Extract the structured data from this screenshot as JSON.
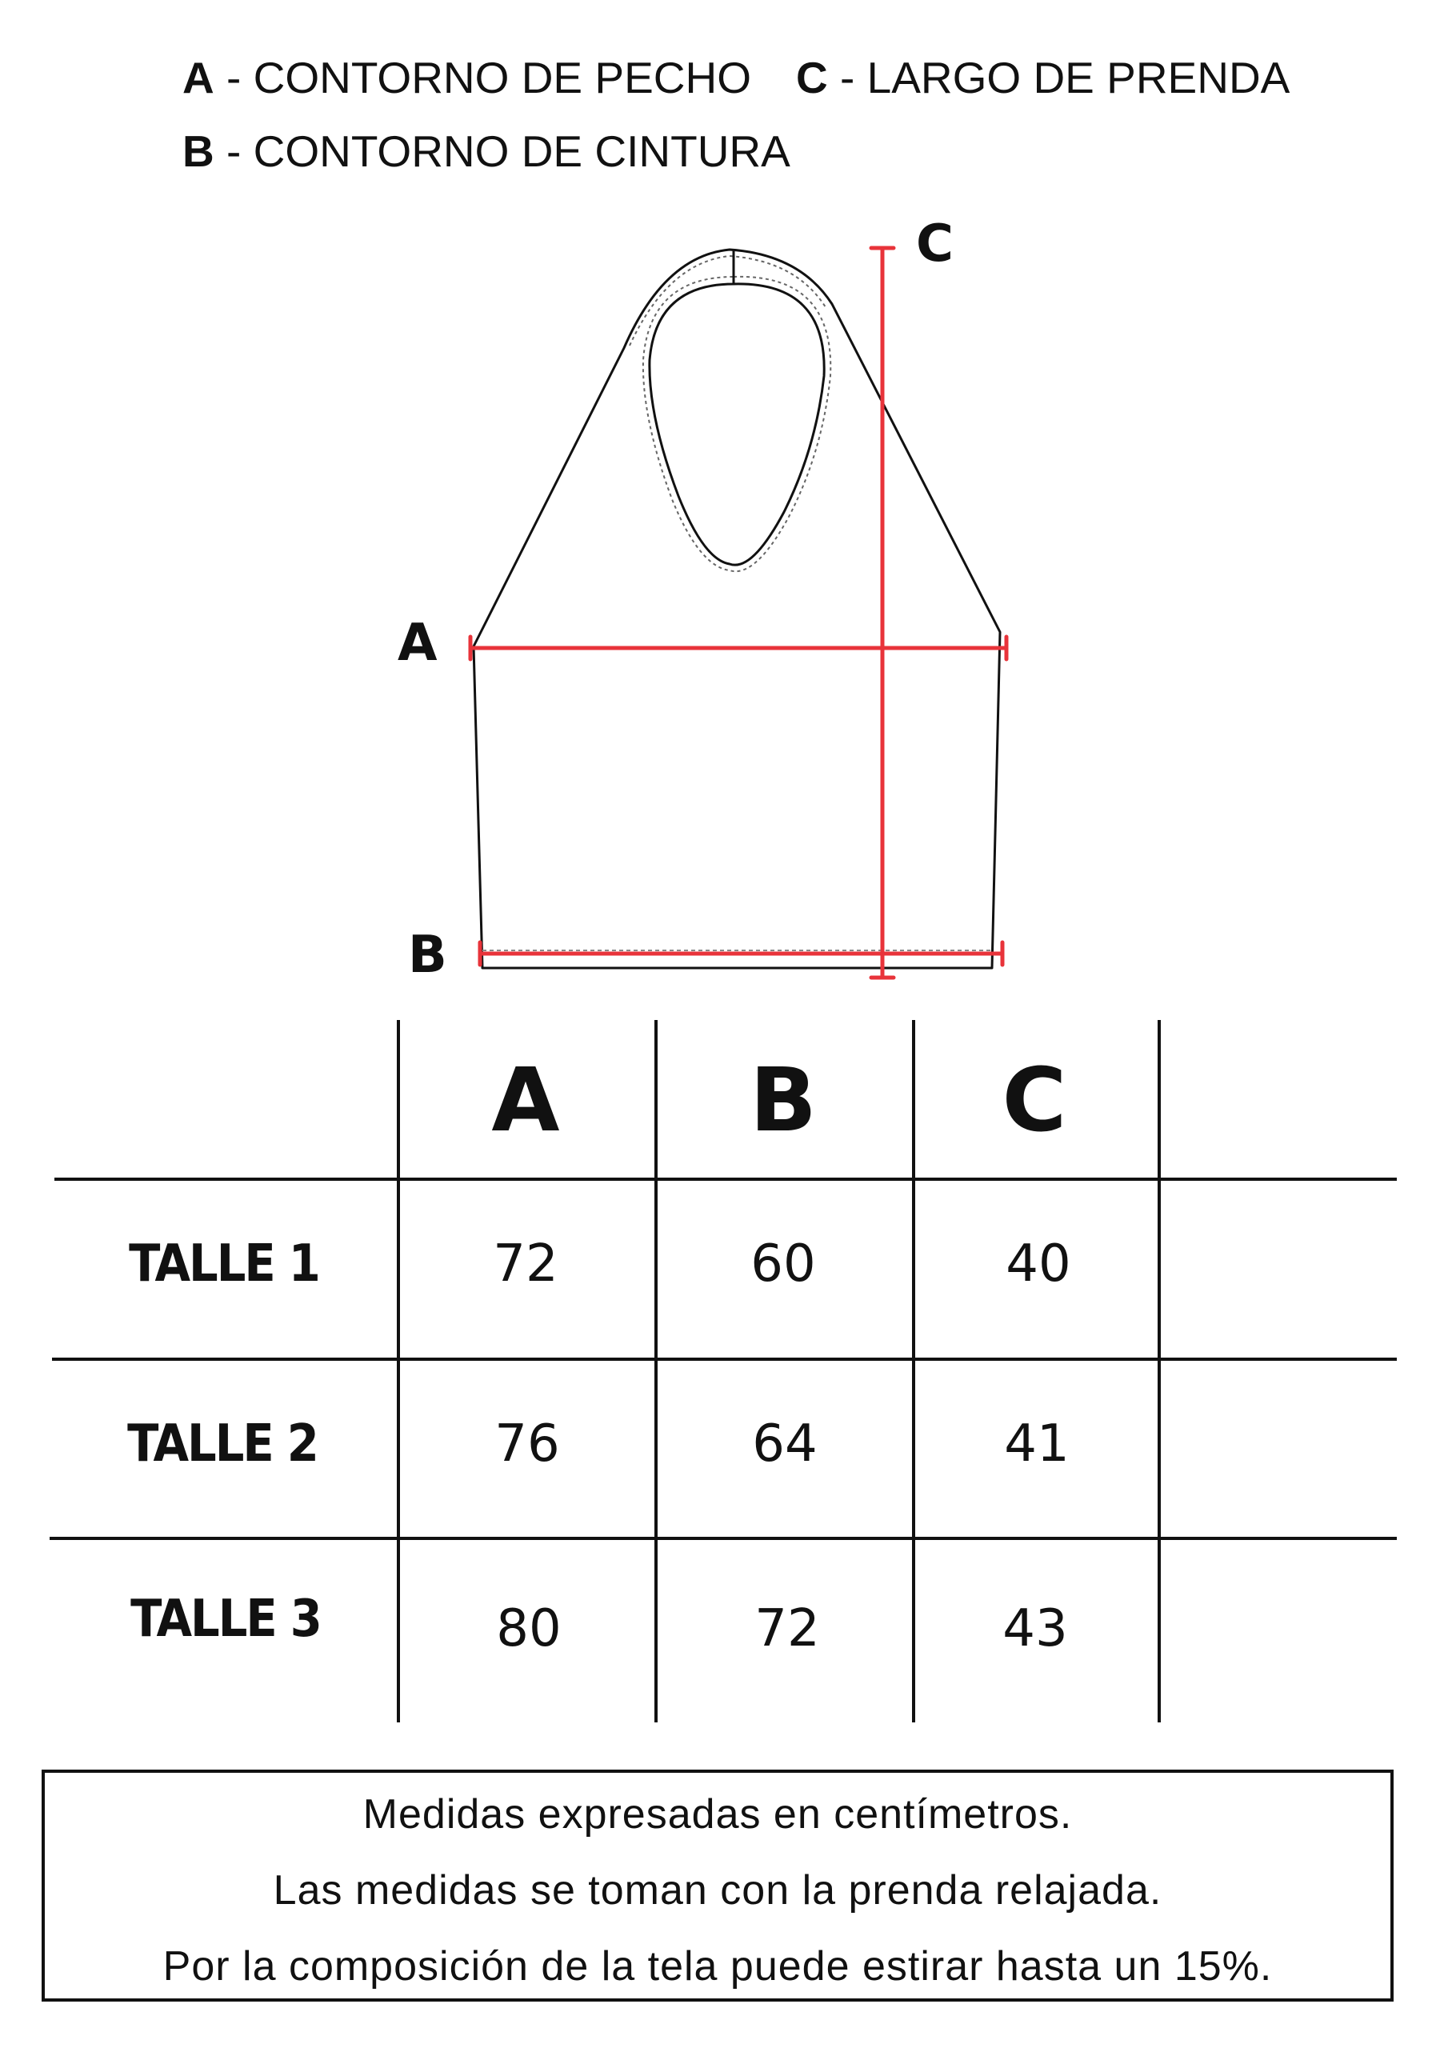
{
  "legend": {
    "a": {
      "letter": "A",
      "text": " - CONTORNO DE PECHO"
    },
    "b": {
      "letter": "B",
      "text": " - CONTORNO DE CINTURA"
    },
    "c": {
      "letter": "C",
      "text": " - LARGO DE PRENDA"
    }
  },
  "diagram": {
    "label_a": "A",
    "label_b": "B",
    "label_c": "C",
    "measure_color": "#e8333a"
  },
  "table": {
    "columns": [
      "A",
      "B",
      "C"
    ],
    "rows": [
      {
        "label": "TALLE 1",
        "values": [
          "72",
          "60",
          "40"
        ]
      },
      {
        "label": "TALLE 2",
        "values": [
          "76",
          "64",
          "41"
        ]
      },
      {
        "label": "TALLE 3",
        "values": [
          "80",
          "72",
          "43"
        ]
      }
    ]
  },
  "notes": [
    "Medidas expresadas en centímetros.",
    "Las medidas se toman con la prenda relajada.",
    "Por la composición de la tela puede estirar hasta un 15%."
  ]
}
